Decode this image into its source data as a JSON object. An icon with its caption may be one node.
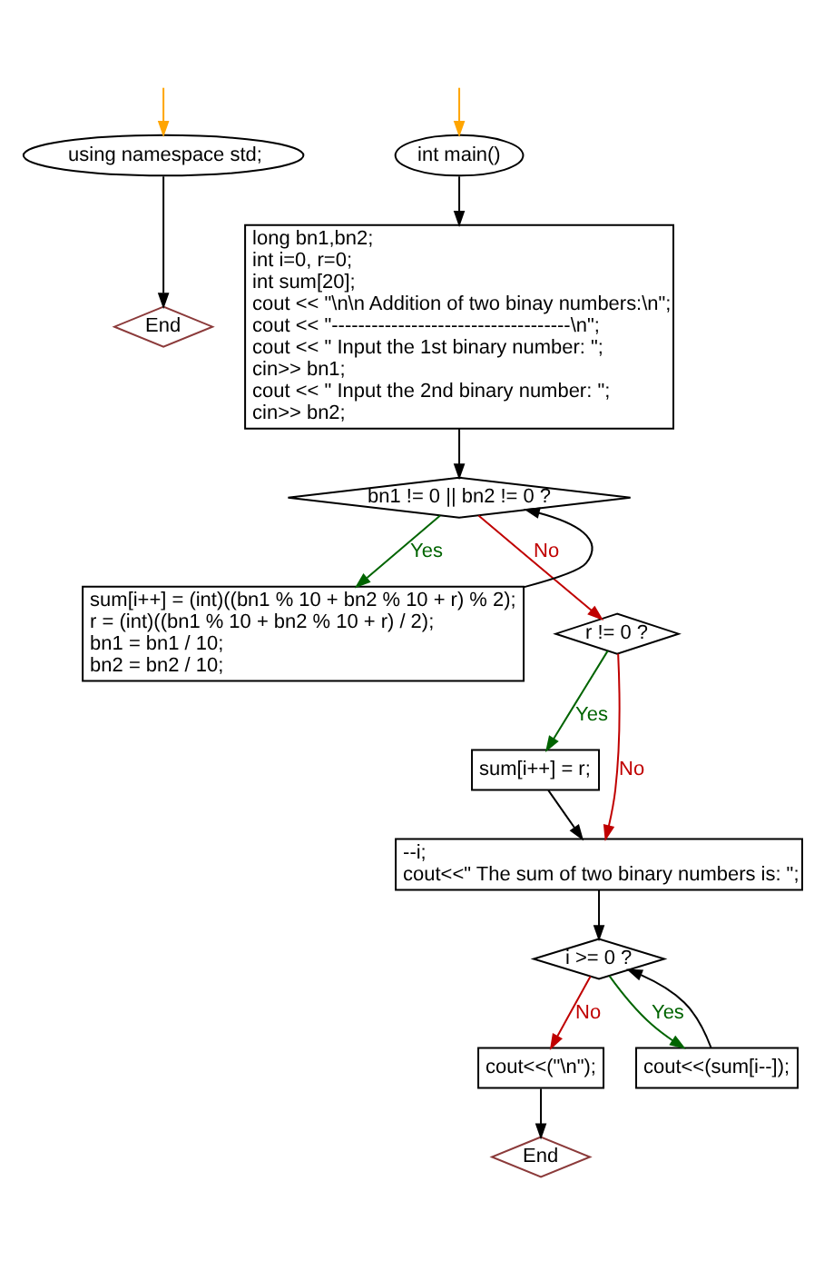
{
  "diagram": {
    "nodes": [
      {
        "text": [
          "using namespace std;"
        ]
      },
      {
        "text": [
          "End"
        ]
      },
      {
        "text": [
          "int main()"
        ]
      },
      {
        "text": [
          "long bn1,bn2;",
          "int i=0, r=0;",
          "int sum[20];",
          "cout << \"\\n\\n Addition of two binay numbers:\\n\";",
          "cout << \"------------------------------------\\n\";",
          "cout << \" Input the 1st binary number: \";",
          "cin>> bn1;",
          "cout << \" Input the 2nd binary number: \";",
          "cin>> bn2;"
        ]
      },
      {
        "text": [
          "bn1 != 0 || bn2 != 0 ?"
        ]
      },
      {
        "text": [
          "sum[i++] = (int)((bn1 % 10 + bn2 % 10 + r) % 2);",
          "r = (int)((bn1 % 10 + bn2 % 10 + r) / 2);",
          "bn1 = bn1 / 10;",
          "bn2 = bn2 / 10;"
        ]
      },
      {
        "text": [
          "r != 0 ?"
        ]
      },
      {
        "text": [
          "sum[i++] = r;"
        ]
      },
      {
        "text": [
          "--i;",
          "cout<<\" The sum of two binary numbers is: \";"
        ]
      },
      {
        "text": [
          "i >= 0 ?"
        ]
      },
      {
        "text": [
          "cout<<(\"\\n\");"
        ]
      },
      {
        "text": [
          "cout<<(sum[i--]);"
        ]
      },
      {
        "text": [
          "End"
        ]
      }
    ],
    "edges": [
      {
        "from": null,
        "to": 0,
        "arrow": "to",
        "color": "#ffa500"
      },
      {
        "from": 0,
        "to": 1,
        "arrow": "to"
      },
      {
        "from": null,
        "to": 2,
        "arrow": "to",
        "color": "#ffa500"
      },
      {
        "from": 2,
        "to": 3,
        "arrow": "to"
      },
      {
        "from": 3,
        "to": 4,
        "arrow": "to"
      },
      {
        "from": 4,
        "to": 5,
        "arrow": "to",
        "label": "Yes",
        "color": "#006400"
      },
      {
        "from": 5,
        "to": 4,
        "arrow": "to"
      },
      {
        "from": 4,
        "to": 6,
        "arrow": "to",
        "label": "No",
        "color": "#c00000"
      },
      {
        "from": 6,
        "to": 7,
        "arrow": "to",
        "label": "Yes",
        "color": "#006400"
      },
      {
        "from": 6,
        "to": 8,
        "arrow": "to",
        "label": "No",
        "color": "#c00000"
      },
      {
        "from": 7,
        "to": 8,
        "arrow": "to"
      },
      {
        "from": 8,
        "to": 9,
        "arrow": "to"
      },
      {
        "from": 9,
        "to": 11,
        "arrow": "to",
        "label": "Yes",
        "color": "#006400"
      },
      {
        "from": 11,
        "to": 9,
        "arrow": "to"
      },
      {
        "from": 9,
        "to": 10,
        "arrow": "to",
        "label": "No",
        "color": "#c00000"
      },
      {
        "from": 10,
        "to": 12,
        "arrow": "to"
      }
    ]
  }
}
